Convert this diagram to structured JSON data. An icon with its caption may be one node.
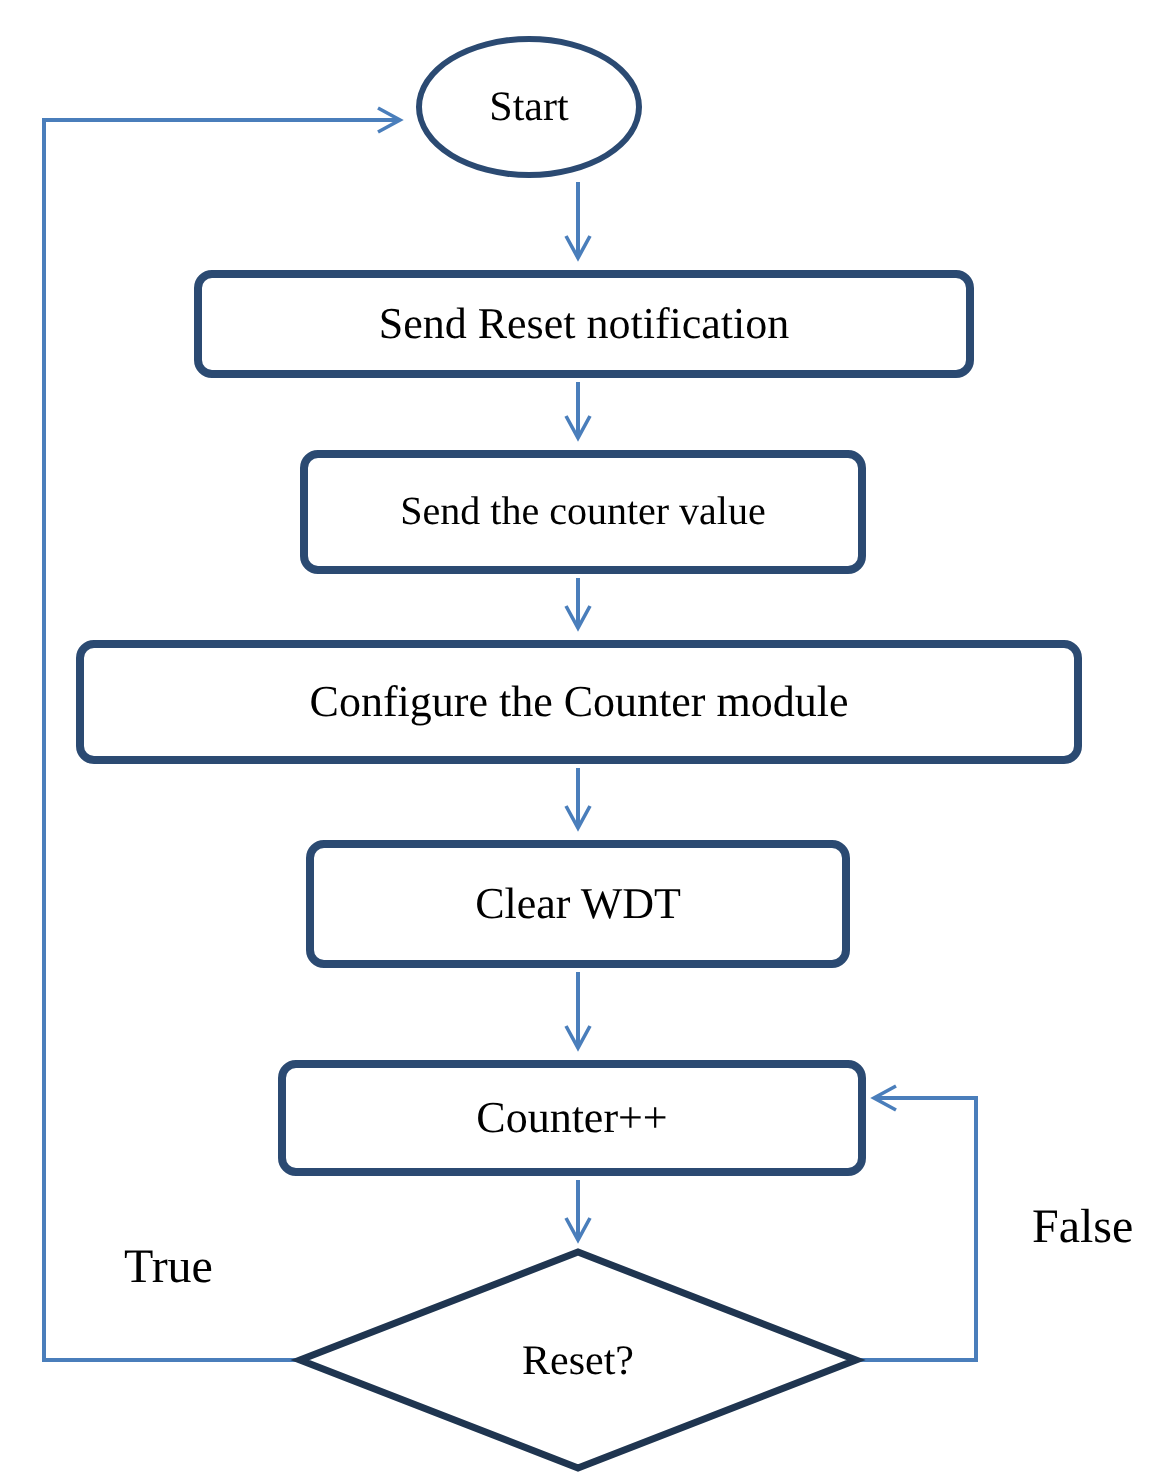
{
  "diagram": {
    "nodes": [
      {
        "text": [
          "Start"
        ]
      },
      {
        "text": [
          "Send Reset notification"
        ]
      },
      {
        "text": [
          "Send the counter value"
        ]
      },
      {
        "text": [
          "Configure the Counter module"
        ]
      },
      {
        "text": [
          "Clear WDT"
        ]
      },
      {
        "text": [
          "Counter++"
        ]
      },
      {
        "text": [
          "Reset?"
        ]
      }
    ],
    "edges": [
      {
        "from": 0,
        "to": 1,
        "arrow": "to"
      },
      {
        "from": 1,
        "to": 2,
        "arrow": "to"
      },
      {
        "from": 2,
        "to": 3,
        "arrow": "to"
      },
      {
        "from": 3,
        "to": 4,
        "arrow": "to"
      },
      {
        "from": 4,
        "to": 5,
        "arrow": "to"
      },
      {
        "from": 5,
        "to": 6,
        "arrow": "to"
      },
      {
        "from": 6,
        "to": 0,
        "arrow": "to",
        "label": "True"
      },
      {
        "from": 6,
        "to": 5,
        "arrow": "to",
        "label": "False"
      }
    ]
  }
}
